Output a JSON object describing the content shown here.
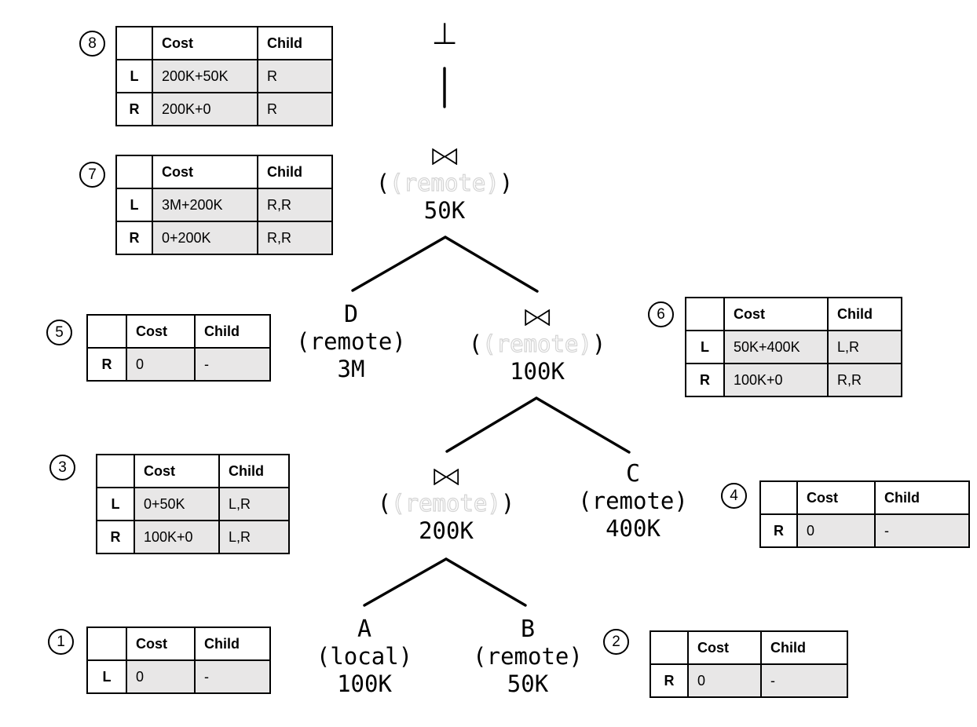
{
  "tables": {
    "t1": {
      "number": "1",
      "col_headers": [
        "",
        "Cost",
        "Child"
      ],
      "rows": [
        [
          "L",
          "0",
          "-"
        ]
      ]
    },
    "t2": {
      "number": "2",
      "col_headers": [
        "",
        "Cost",
        "Child"
      ],
      "rows": [
        [
          "R",
          "0",
          "-"
        ]
      ]
    },
    "t3": {
      "number": "3",
      "col_headers": [
        "",
        "Cost",
        "Child"
      ],
      "rows": [
        [
          "L",
          "0+50K",
          "L,R"
        ],
        [
          "R",
          "100K+0",
          "L,R"
        ]
      ]
    },
    "t4": {
      "number": "4",
      "col_headers": [
        "",
        "Cost",
        "Child"
      ],
      "rows": [
        [
          "R",
          "0",
          "-"
        ]
      ]
    },
    "t5": {
      "number": "5",
      "col_headers": [
        "",
        "Cost",
        "Child"
      ],
      "rows": [
        [
          "R",
          "0",
          "-"
        ]
      ]
    },
    "t6": {
      "number": "6",
      "col_headers": [
        "",
        "Cost",
        "Child"
      ],
      "rows": [
        [
          "L",
          "50K+400K",
          "L,R"
        ],
        [
          "R",
          "100K+0",
          "R,R"
        ]
      ]
    },
    "t7": {
      "number": "7",
      "col_headers": [
        "",
        "Cost",
        "Child"
      ],
      "rows": [
        [
          "L",
          "3M+200K",
          "R,R"
        ],
        [
          "R",
          "0+200K",
          "R,R"
        ]
      ]
    },
    "t8": {
      "number": "8",
      "col_headers": [
        "",
        "Cost",
        "Child"
      ],
      "rows": [
        [
          "L",
          "200K+50K",
          "R"
        ],
        [
          "R",
          "200K+0",
          "R"
        ]
      ]
    }
  },
  "tree": {
    "terminator": "⊥",
    "root_join": {
      "op": "⋈",
      "site_prefix": "(",
      "site_ghost": "(remote)",
      "site_suffix": ")",
      "cardinality": "50K"
    },
    "node_d": {
      "name": "D",
      "site": "(remote)",
      "cardinality": "3M"
    },
    "join_2": {
      "op": "⋈",
      "site_prefix": "(",
      "site_ghost": "(remote)",
      "site_suffix": ")",
      "cardinality": "100K"
    },
    "join_3": {
      "op": "⋈",
      "site_prefix": "(",
      "site_ghost": "(remote)",
      "site_suffix": ")",
      "cardinality": "200K"
    },
    "node_c": {
      "name": "C",
      "site": "(remote)",
      "cardinality": "400K"
    },
    "node_a": {
      "name": "A",
      "site": "(local)",
      "cardinality": "100K"
    },
    "node_b": {
      "name": "B",
      "site": "(remote)",
      "cardinality": "50K"
    }
  },
  "colors": {
    "cell_fill": "#e8e7e7",
    "line": "#000000",
    "ghost_outline": "#d4d4d4",
    "background": "#ffffff"
  }
}
